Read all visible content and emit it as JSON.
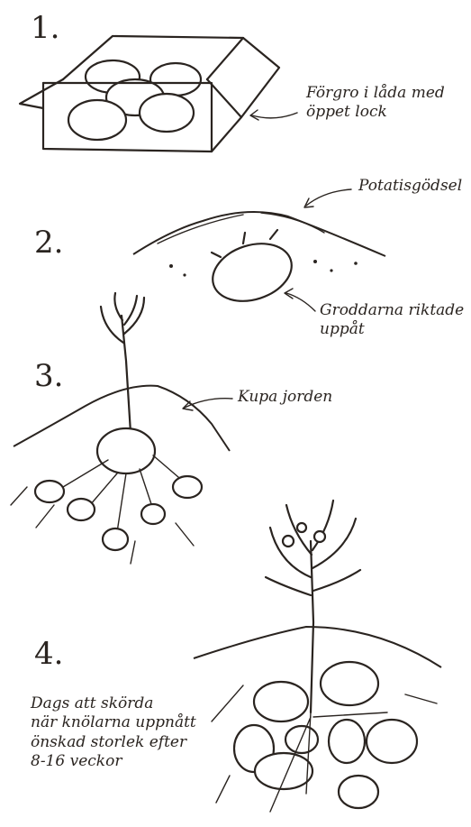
{
  "steps": [
    {
      "number": "1.",
      "caption_lines": [
        "Förgro i låda med",
        "öppet lock"
      ]
    },
    {
      "number": "2.",
      "caption_top": "Potatisgödsel",
      "caption_lines": [
        "Groddarna riktade",
        "uppåt"
      ]
    },
    {
      "number": "3.",
      "caption_lines": [
        "Kupa jorden"
      ]
    },
    {
      "number": "4.",
      "caption_lines": [
        "Dags att skörda",
        "när knölarna uppnått",
        "önskad storlek efter",
        "8-16 veckor"
      ]
    }
  ],
  "colors": {
    "ink": "#2a2420",
    "background": "#ffffff"
  }
}
